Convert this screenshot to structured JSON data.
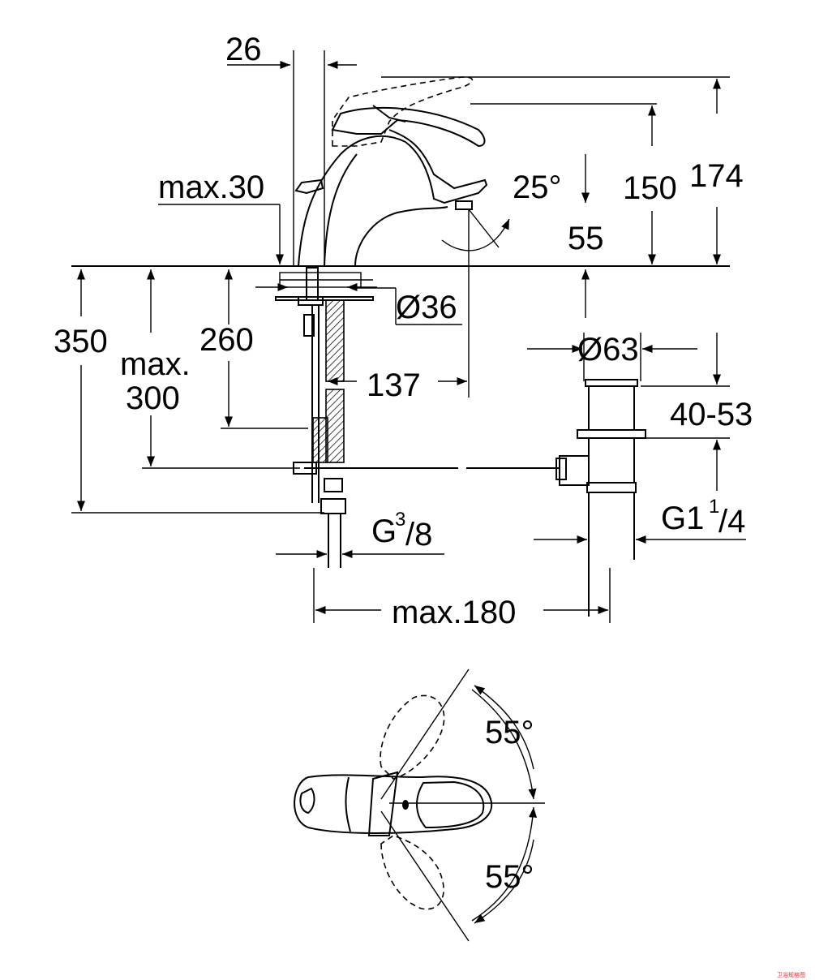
{
  "dimensions": {
    "top_offset": "26",
    "max_30": "max.30",
    "angle_25": "25°",
    "depth_55": "55",
    "height_150": "150",
    "height_174": "174",
    "dia_36": "Ø36",
    "dia_63": "Ø63",
    "len_350": "350",
    "len_260": "260",
    "max_300_line1": "max.",
    "max_300_line2": "300",
    "reach_137": "137",
    "range_40_53": "40-53",
    "thread_g38_base": "G",
    "thread_g38_num": "3",
    "thread_g38_den": "/8",
    "thread_g114_base": "G1",
    "thread_g114_num": "1",
    "thread_g114_den": "/4",
    "max_180": "max.180",
    "angle_55_top": "55°",
    "angle_55_bottom": "55°"
  },
  "watermark": "卫浴规格图"
}
